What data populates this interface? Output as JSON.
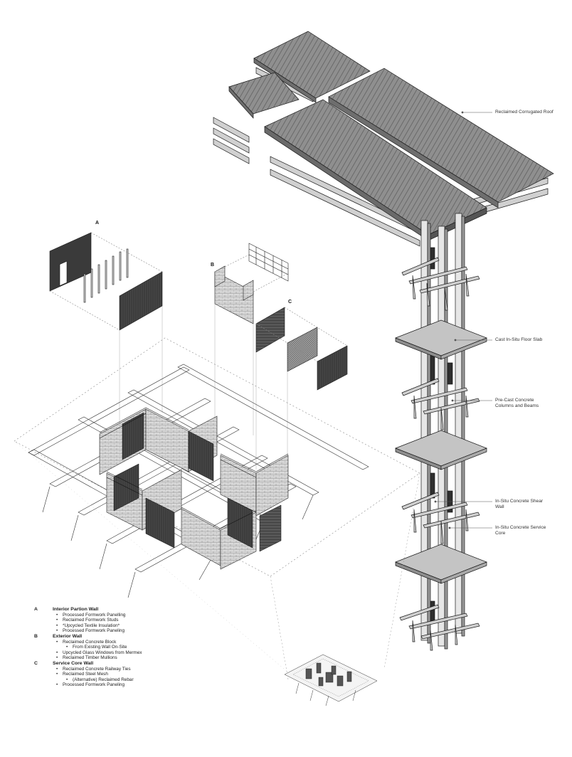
{
  "callouts": {
    "roof": "Reclaimed Corrugated Roof",
    "floor_slab": "Cast In-Situ Floor Slab",
    "columns": "Pre-Cast Concrete\nColumns and Beams",
    "shear_wall": "In-Situ Concrete Shear\nWall",
    "service_core": "In-Situ Concrete Service\nCore"
  },
  "markers": {
    "a": "A",
    "b": "B",
    "c": "C"
  },
  "legend": [
    {
      "letter": "A",
      "title": "Interior Partion Wall",
      "items": [
        {
          "text": "Processed Formwork Panelling",
          "sub": []
        },
        {
          "text": "Reclaimed Formwork Studs",
          "sub": []
        },
        {
          "text": "*Upcycled Textile Insulation*",
          "sub": []
        },
        {
          "text": "Processed Formwork Paneling",
          "sub": []
        }
      ]
    },
    {
      "letter": "B",
      "title": "Exterior Wall",
      "items": [
        {
          "text": "Reclaimed Concrete Block",
          "sub": [
            "From Existing Wall On-Site"
          ]
        },
        {
          "text": "Upcycled Glass Windows from Mermex",
          "sub": []
        },
        {
          "text": "Reclaimed Timber Mullions",
          "sub": []
        }
      ]
    },
    {
      "letter": "C",
      "title": "Service Core Wall",
      "items": [
        {
          "text": "Reclaimed Concrete Railway Ties",
          "sub": []
        },
        {
          "text": "Reclaimed Steel Mesh",
          "sub": [
            "(Alternative) Reclaimed Rebar"
          ]
        },
        {
          "text": "Processed Formwork Paneling",
          "sub": []
        }
      ]
    }
  ],
  "colors": {
    "line": "#1a1a1a",
    "roof_fill": "#8c8c8c",
    "concrete": "#bdbdbd",
    "dark_panel": "#3a3a3a"
  }
}
